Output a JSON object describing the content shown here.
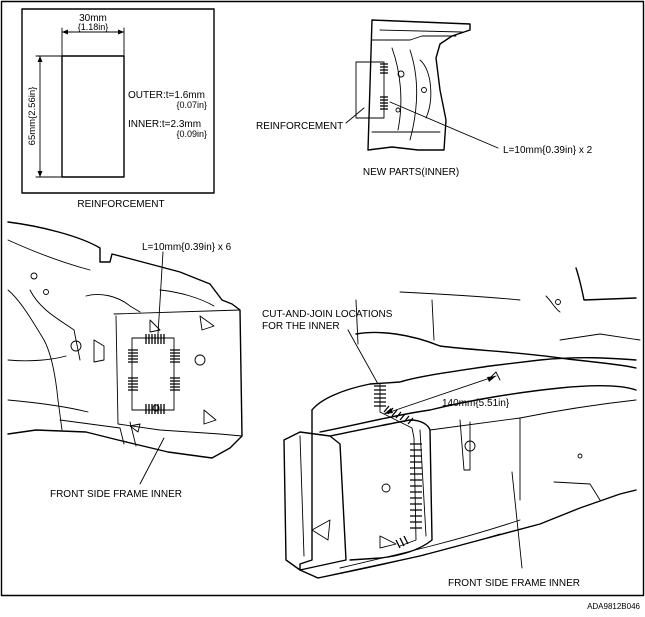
{
  "reinforcement_detail": {
    "width_mm": "30mm",
    "width_in": "{1.18in}",
    "height": "65mm{2.56in}",
    "outer_label": "OUTER:t=1.6mm",
    "outer_in": "{0.07in}",
    "inner_label": "INNER:t=2.3mm",
    "inner_in": "{0.09in}",
    "caption": "REINFORCEMENT"
  },
  "new_parts": {
    "reinforcement_label": "REINFORCEMENT",
    "weld_label": "L=10mm{0.39in} x 2",
    "caption": "NEW PARTS(INNER)"
  },
  "left_view": {
    "weld_label": "L=10mm{0.39in} x 6",
    "caption": "FRONT SIDE FRAME INNER"
  },
  "right_view": {
    "cut_label_line1": "CUT-AND-JOIN LOCATIONS",
    "cut_label_line2": "FOR THE INNER",
    "dimension": "140mm{5.51in}",
    "caption": "FRONT SIDE FRAME INNER"
  },
  "figure_code": "ADA9812B046"
}
